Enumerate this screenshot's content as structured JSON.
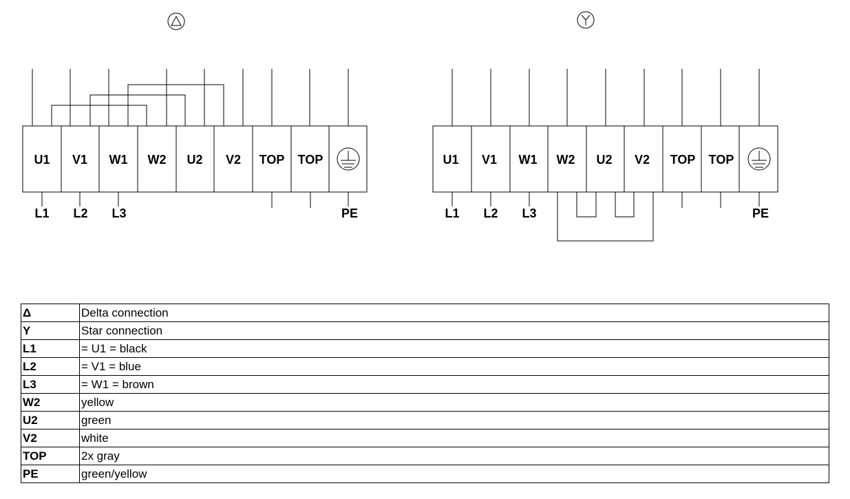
{
  "delta_diagram": {
    "symbol": "delta-symbol",
    "terminals": [
      "U1",
      "V1",
      "W1",
      "W2",
      "U2",
      "V2",
      "TOP",
      "TOP",
      ""
    ],
    "earth_terminal_icon": "protective-earth-icon",
    "leads": [
      "L1",
      "L2",
      "L3",
      "PE"
    ]
  },
  "star_diagram": {
    "symbol": "star-symbol",
    "terminals": [
      "U1",
      "V1",
      "W1",
      "W2",
      "U2",
      "V2",
      "TOP",
      "TOP",
      ""
    ],
    "earth_terminal_icon": "protective-earth-icon",
    "leads": [
      "L1",
      "L2",
      "L3",
      "PE"
    ]
  },
  "legend": {
    "rows": [
      {
        "key": "Δ",
        "value": "Delta connection"
      },
      {
        "key": "Y",
        "value": "Star connection"
      },
      {
        "key": "L1",
        "value": "= U1 = black"
      },
      {
        "key": "L2",
        "value": "= V1 = blue"
      },
      {
        "key": "L3",
        "value": "= W1 = brown"
      },
      {
        "key": "W2",
        "value": "yellow"
      },
      {
        "key": "U2",
        "value": "green"
      },
      {
        "key": "V2",
        "value": "white"
      },
      {
        "key": "TOP",
        "value": "2x gray"
      },
      {
        "key": "PE",
        "value": "green/yellow"
      }
    ]
  }
}
